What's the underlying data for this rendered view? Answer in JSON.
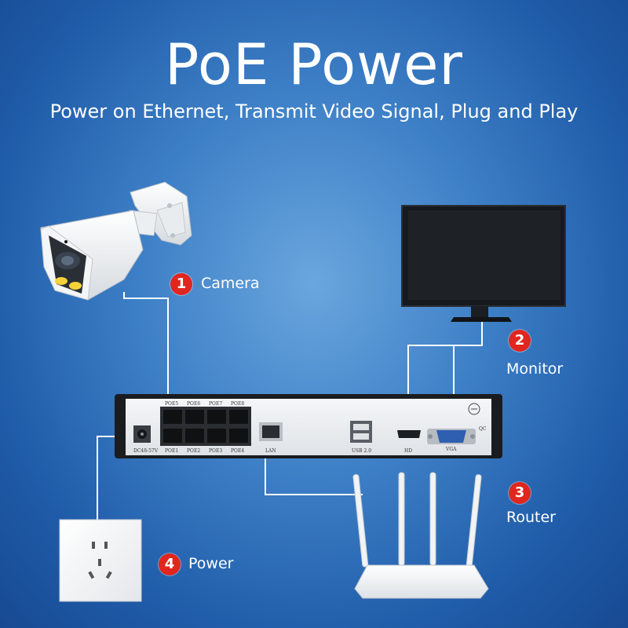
{
  "header": {
    "title": "PoE Power",
    "subtitle": "Power on Ethernet, Transmit Video Signal, Plug and Play"
  },
  "devices": [
    {
      "number": "1",
      "label": "Camera"
    },
    {
      "number": "2",
      "label": "Monitor"
    },
    {
      "number": "3",
      "label": "Router"
    },
    {
      "number": "4",
      "label": "Power"
    }
  ],
  "nvr": {
    "power_label": "DC48-57V",
    "top_ports": [
      "POE5",
      "POE6",
      "POE7",
      "POE8"
    ],
    "bottom_ports": [
      "POE1",
      "POE2",
      "POE3",
      "POE4"
    ],
    "lan_label": "LAN",
    "usb_label": "USB 2.0",
    "hd_label": "HD",
    "vga_label": "VGA",
    "qc_label": "QC"
  },
  "colors": {
    "badge": "#e0261e",
    "background": "#3d7fc6",
    "cable": "#ffffff"
  }
}
